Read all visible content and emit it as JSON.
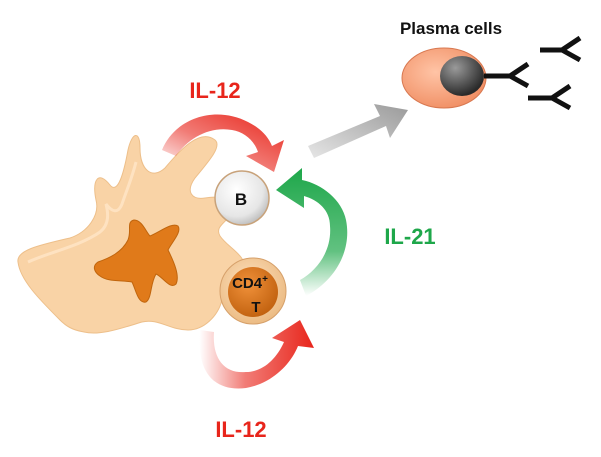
{
  "labels": {
    "plasma_cells": "Plasma cells",
    "il12_top": "IL-12",
    "il12_bottom": "IL-12",
    "il21": "IL-21",
    "b_cell": "B",
    "t_cell_line1": "CD4",
    "t_cell_sup": "+",
    "t_cell_line2": "T"
  },
  "colors": {
    "il12": "#e8251b",
    "il21": "#1ea74a",
    "dendritic_cell": "#f9d3a6",
    "dendritic_nucleus": "#e07a1a",
    "plasma_cell": "#f6a07a",
    "antibody": "#111111",
    "arrow_gray": "#9a9a9a"
  }
}
